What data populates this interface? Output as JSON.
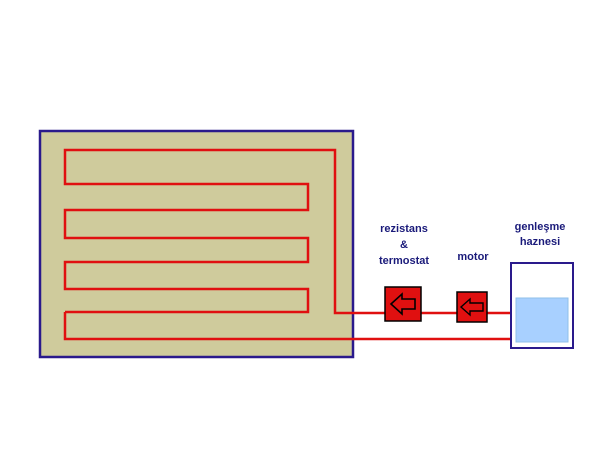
{
  "labels": {
    "heater_line1": "rezistans",
    "heater_line2": "&",
    "heater_line3": "termostat",
    "motor": "motor",
    "tank_line1": "genleşme",
    "tank_line2": "haznesi"
  },
  "colors": {
    "background": "#ffffff",
    "floor_fill": "#cfcb9c",
    "outline": "#2a1a8c",
    "pipe": "#e01010",
    "component_fill": "#e01010",
    "component_border": "#000000",
    "label_text": "#1a1a7a",
    "water": "#a8d0ff"
  },
  "icons": {
    "heater": "arrow-left-icon",
    "motor": "arrow-left-icon"
  }
}
